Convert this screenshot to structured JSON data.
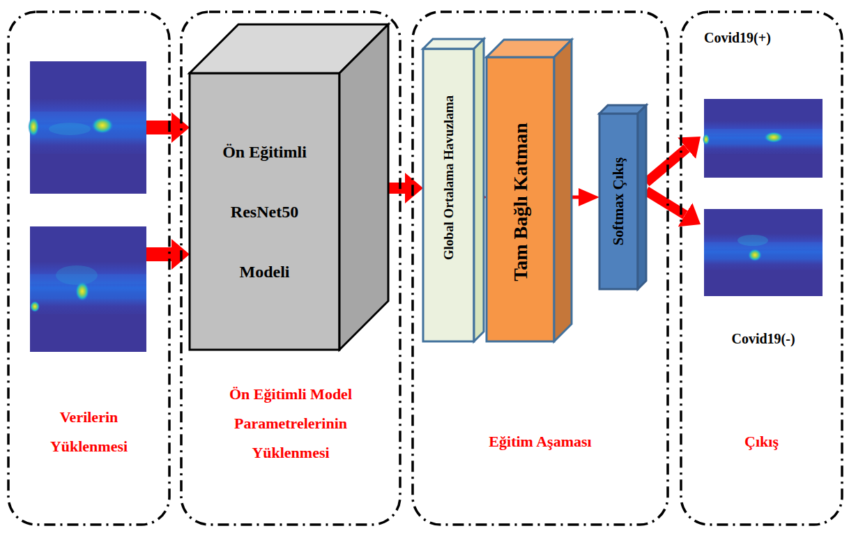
{
  "diagram": {
    "nodes": [
      {
        "text": [
          "Verilerin Yüklenmesi"
        ]
      },
      {
        "text": [
          "Ön Eğitimli Model Parametrelerinin Yüklenmesi"
        ]
      },
      {
        "text": [
          "Ön Eğitimli ResNet50 Modeli"
        ],
        "in": 1
      },
      {
        "text": [
          "Eğitim Aşaması"
        ]
      },
      {
        "text": [
          "Global Ortalama Havuzlama"
        ],
        "in": 3
      },
      {
        "text": [
          "Tam Bağlı Katman"
        ],
        "in": 3
      },
      {
        "text": [
          "Softmax Çıkış"
        ],
        "in": 3
      },
      {
        "text": [
          "Çıkış"
        ]
      },
      {
        "text": [
          "Covid19(+)"
        ],
        "in": 7
      },
      {
        "text": [
          "Covid19(-)"
        ],
        "in": 7
      }
    ],
    "edges": [
      {
        "from": 2,
        "to": 4,
        "arrow": "to"
      },
      {
        "from": 4,
        "to": 5,
        "arrow": "to"
      },
      {
        "from": 5,
        "to": 6,
        "arrow": "to"
      },
      {
        "from": 6,
        "to": 8,
        "arrow": "to"
      },
      {
        "from": 6,
        "to": 9,
        "arrow": "to"
      }
    ]
  }
}
